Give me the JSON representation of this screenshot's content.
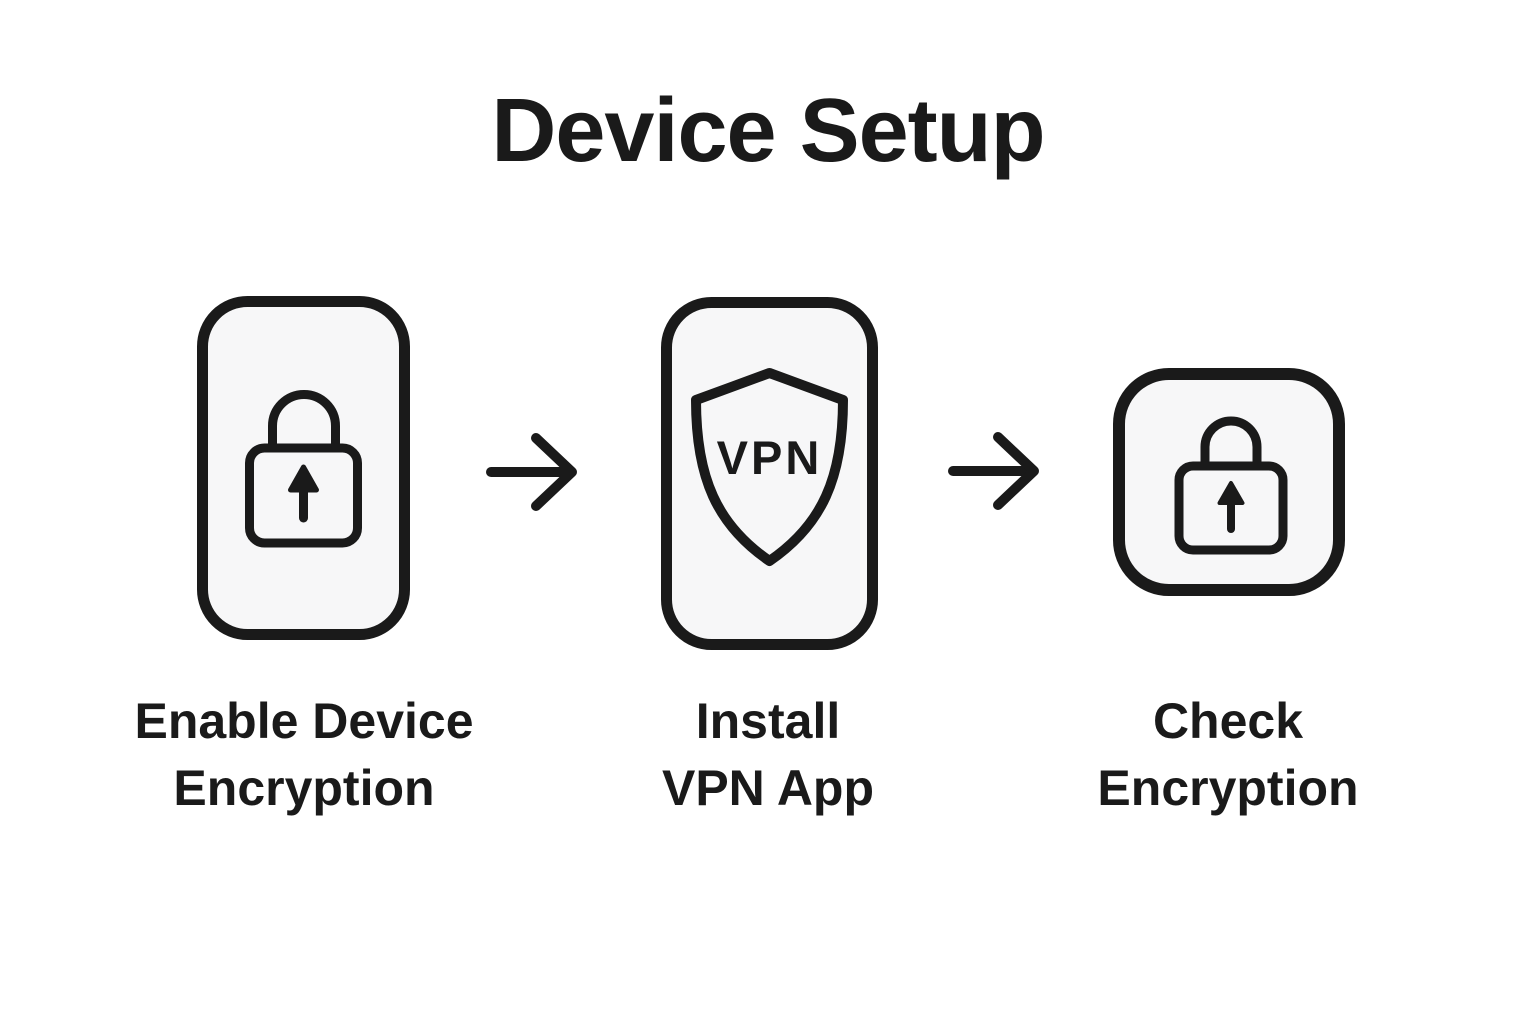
{
  "title": "Device Setup",
  "steps": [
    {
      "icon": "phone-lock-icon",
      "label_line1": "Enable Device",
      "label_line2": "Encryption"
    },
    {
      "icon": "phone-vpn-shield-icon",
      "shield_text": "VPN",
      "label_line1": "Install",
      "label_line2": "VPN App"
    },
    {
      "icon": "rounded-square-lock-icon",
      "label_line1": "Check",
      "label_line2": "Encryption"
    }
  ],
  "arrows": [
    {
      "icon": "arrow-right-icon"
    },
    {
      "icon": "arrow-right-icon"
    }
  ],
  "colors": {
    "background": "#ffffff",
    "stroke": "#1a1a1a",
    "icon_fill": "#f7f7f8",
    "text": "#1a1a1a"
  }
}
